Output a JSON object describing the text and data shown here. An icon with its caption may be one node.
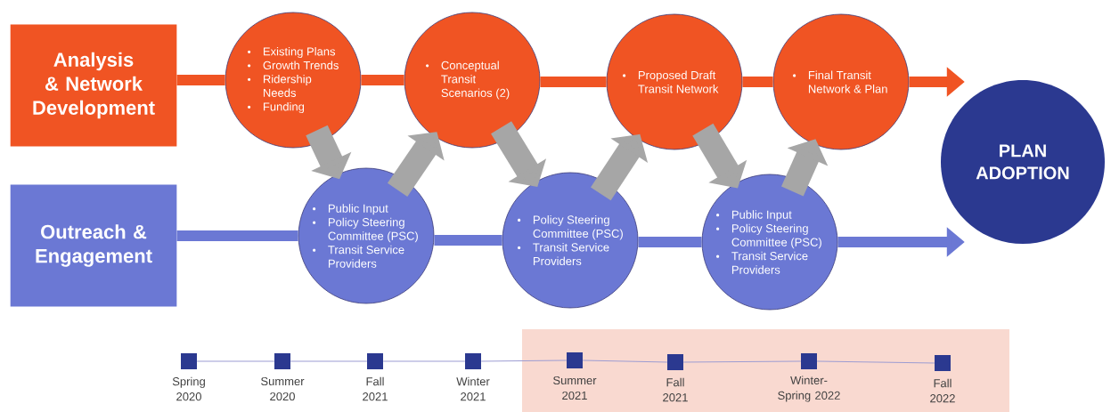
{
  "diagram": {
    "nodes": [
      {
        "text": [
          "Analysis & Network Development"
        ]
      },
      {
        "text": [
          "Existing Plans",
          "Growth Trends",
          "Ridership Needs",
          "Funding"
        ]
      },
      {
        "text": [
          "Conceptual Transit Scenarios (2)"
        ]
      },
      {
        "text": [
          "Proposed Draft Transit Network"
        ]
      },
      {
        "text": [
          "Final Transit Network & Plan"
        ]
      },
      {
        "text": [
          "Outreach & Engagement"
        ]
      },
      {
        "text": [
          "Public Input",
          "Policy Steering Committee (PSC)",
          "Transit Service Providers"
        ]
      },
      {
        "text": [
          "Policy Steering Committee (PSC)",
          "Transit Service Providers"
        ]
      },
      {
        "text": [
          "Public Input",
          "Policy Steering Committee (PSC)",
          "Transit Service Providers"
        ]
      },
      {
        "text": [
          "PLAN ADOPTION"
        ]
      },
      {
        "text": [],
        "shape": "box",
        "beside": [
          "Spring 2020"
        ]
      },
      {
        "text": [],
        "shape": "box",
        "beside": [
          "Summer 2020"
        ]
      },
      {
        "text": [],
        "shape": "box",
        "beside": [
          "Fall 2021"
        ]
      },
      {
        "text": [],
        "shape": "box",
        "beside": [
          "Winter 2021"
        ]
      },
      {
        "text": [],
        "shape": "box",
        "beside": [
          "Summer 2021"
        ]
      },
      {
        "text": [],
        "shape": "box",
        "beside": [
          "Fall 2021"
        ]
      },
      {
        "text": [],
        "shape": "box",
        "beside": [
          "Winter- Spring 2022"
        ]
      },
      {
        "text": [],
        "shape": "box",
        "beside": [
          "Fall 2022"
        ]
      }
    ],
    "edges": [
      {
        "from": 0,
        "to": 1,
        "arrow": "none",
        "color": "#f05423"
      },
      {
        "from": 1,
        "to": 2,
        "arrow": "none",
        "color": "#f05423"
      },
      {
        "from": 2,
        "to": 3,
        "arrow": "none",
        "color": "#f05423"
      },
      {
        "from": 3,
        "to": 4,
        "arrow": "none",
        "color": "#f05423"
      },
      {
        "from": 4,
        "to": 9,
        "arrow": "to",
        "color": "#f05423"
      },
      {
        "from": 5,
        "to": 6,
        "arrow": "none",
        "color": "#6b78d4"
      },
      {
        "from": 6,
        "to": 7,
        "arrow": "none",
        "color": "#6b78d4"
      },
      {
        "from": 7,
        "to": 8,
        "arrow": "none",
        "color": "#6b78d4"
      },
      {
        "from": 8,
        "to": 9,
        "arrow": "to",
        "color": "#6b78d4"
      },
      {
        "from": 1,
        "to": 6,
        "arrow": "to",
        "style": "thick",
        "color": "#a6a6a6"
      },
      {
        "from": 6,
        "to": 2,
        "arrow": "to",
        "style": "thick",
        "color": "#a6a6a6"
      },
      {
        "from": 2,
        "to": 7,
        "arrow": "to",
        "style": "thick",
        "color": "#a6a6a6"
      },
      {
        "from": 7,
        "to": 3,
        "arrow": "to",
        "style": "thick",
        "color": "#a6a6a6"
      },
      {
        "from": 3,
        "to": 8,
        "arrow": "to",
        "style": "thick",
        "color": "#a6a6a6"
      },
      {
        "from": 8,
        "to": 4,
        "arrow": "to",
        "style": "thick",
        "color": "#a6a6a6"
      },
      {
        "from": 10,
        "to": 11,
        "arrow": "none",
        "color": "#9c9cd2"
      },
      {
        "from": 11,
        "to": 12,
        "arrow": "none",
        "color": "#9c9cd2"
      },
      {
        "from": 12,
        "to": 13,
        "arrow": "none",
        "color": "#9c9cd2"
      },
      {
        "from": 13,
        "to": 14,
        "arrow": "none",
        "color": "#9c9cd2"
      },
      {
        "from": 14,
        "to": 15,
        "arrow": "none",
        "color": "#9c9cd2"
      },
      {
        "from": 15,
        "to": 16,
        "arrow": "none",
        "color": "#9c9cd2"
      },
      {
        "from": 16,
        "to": 17,
        "arrow": "none",
        "color": "#9c9cd2"
      }
    ]
  }
}
